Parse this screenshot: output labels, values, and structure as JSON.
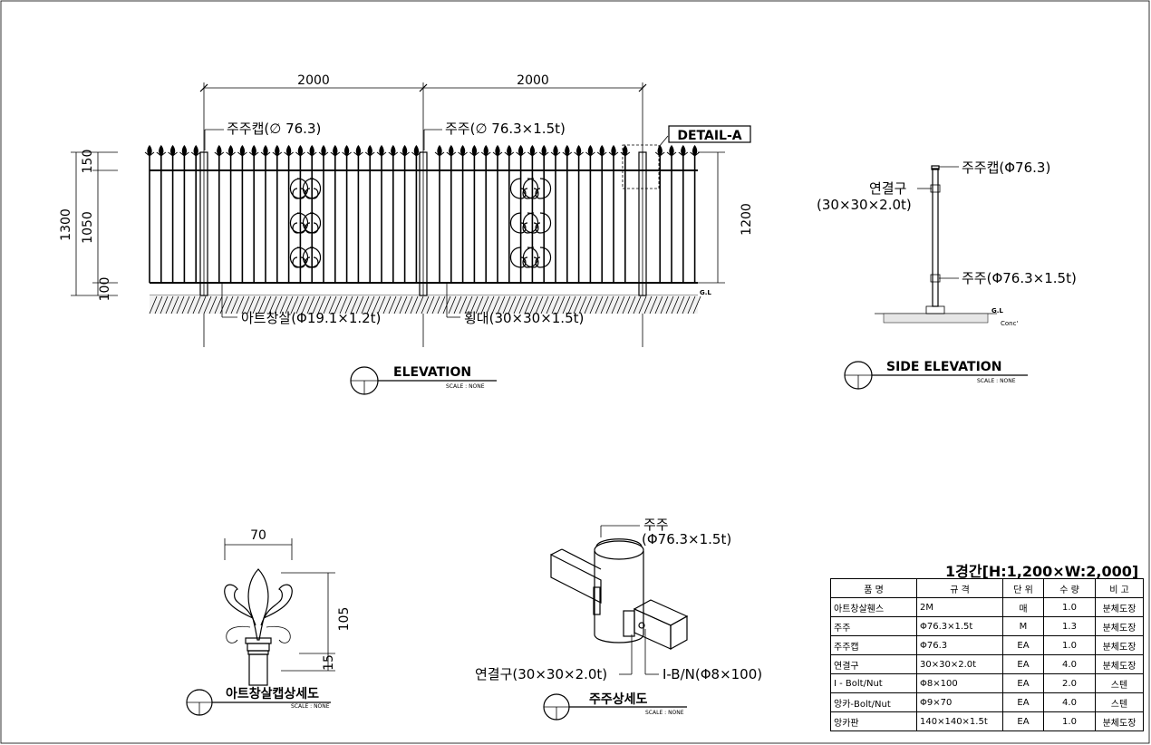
{
  "elevation": {
    "dims_top": [
      "2000",
      "2000"
    ],
    "dims_left": [
      "150",
      "1050",
      "100"
    ],
    "dim_total_left": "1300",
    "dim_right": "1200",
    "labels": {
      "post_cap": "주주캡(∅  76.3)",
      "post": "주주(∅  76.3×1.5t)",
      "detail": "DETAIL-A",
      "bar": "아트창살(Φ19.1×1.2t)",
      "rail": "횡대(30×30×1.5t)",
      "gl": "G.L"
    },
    "title": "ELEVATION",
    "scale": "SCALE : NONE"
  },
  "side_elevation": {
    "labels": {
      "cap": "주주캡(Φ76.3)",
      "connector": "연결구",
      "connector_spec": "(30×30×2.0t)",
      "post": "주주(Φ76.3×1.5t)",
      "gl": "G.L",
      "conc": "Conc'"
    },
    "title": "SIDE ELEVATION",
    "scale": "SCALE : NONE"
  },
  "cap_detail": {
    "dim_width": "70",
    "dim_height": "105",
    "dim_small": "15",
    "title": "아트창살캡상세도",
    "scale": "SCALE : NONE"
  },
  "post_detail": {
    "labels": {
      "post": "주주",
      "post_spec": "(Φ76.3×1.5t)",
      "connector": "연결구(30×30×2.0t)",
      "bolt": "I-B/N(Φ8×100)"
    },
    "title": "주주상세도",
    "scale": "SCALE : NONE"
  },
  "spec_table": {
    "title": "1경간[H:1,200×W:2,000]",
    "headers": [
      "품 명",
      "규 격",
      "단 위",
      "수 량",
      "비 고"
    ],
    "rows": [
      [
        "아트창살휀스",
        "2M",
        "매",
        "1.0",
        "분체도장"
      ],
      [
        "주주",
        "Φ76.3×1.5t",
        "M",
        "1.3",
        "분체도장"
      ],
      [
        "주주캡",
        "Φ76.3",
        "EA",
        "1.0",
        "분체도장"
      ],
      [
        "연결구",
        "30×30×2.0t",
        "EA",
        "4.0",
        "분체도장"
      ],
      [
        "I - Bolt/Nut",
        "Φ8×100",
        "EA",
        "2.0",
        "스텐"
      ],
      [
        "앙카-Bolt/Nut",
        "Φ9×70",
        "EA",
        "4.0",
        "스텐"
      ],
      [
        "앙카판",
        "140×140×1.5t",
        "EA",
        "1.0",
        "분체도장"
      ]
    ]
  }
}
